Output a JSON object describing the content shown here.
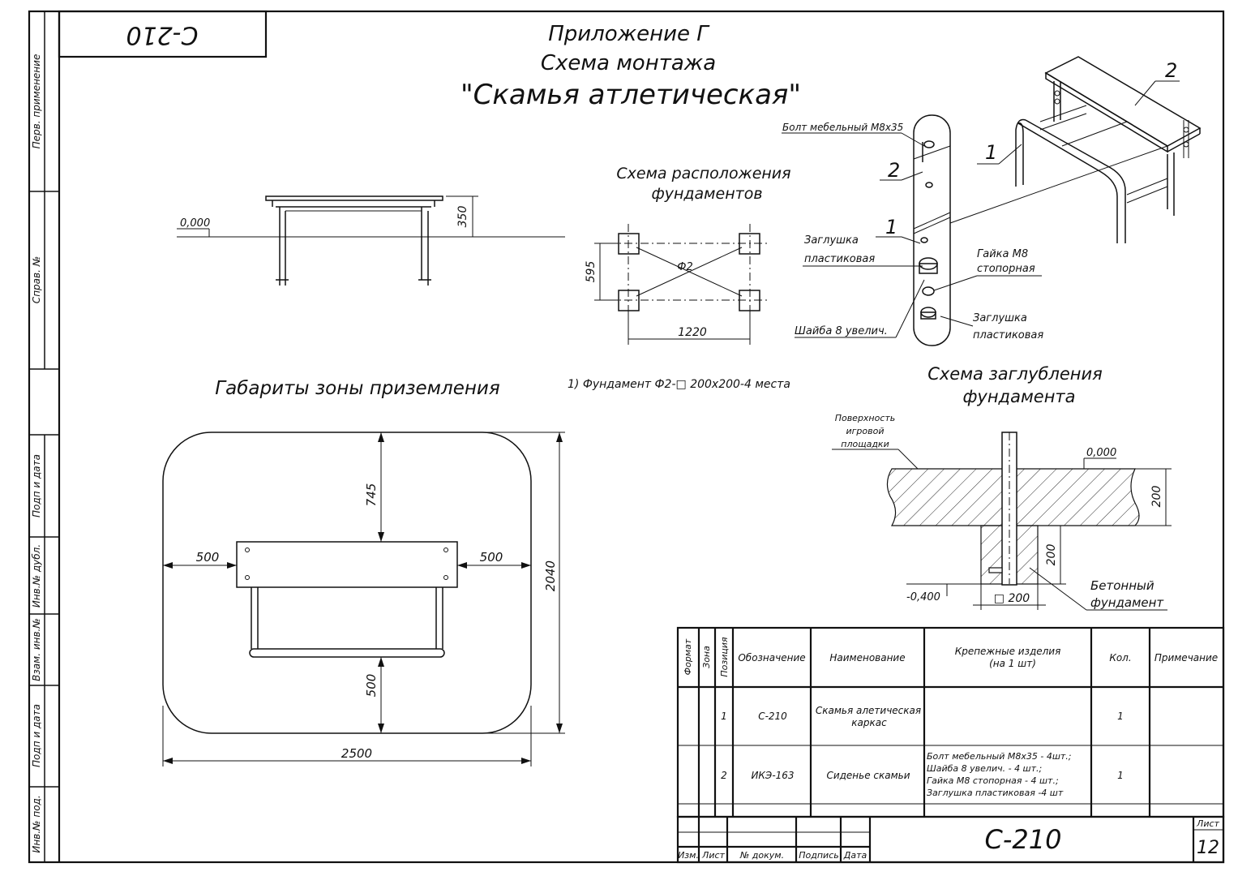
{
  "header": {
    "stamp_code": "С-210",
    "appendix": "Приложение Г",
    "scheme": "Схема монтажа",
    "product": "\"Скамья атлетическая\""
  },
  "side_margin": {
    "first_use": "Перв. применение",
    "ref_no": "Справ. №",
    "sign_date_1": "Подп и дата",
    "dup_inv": "Инв.№ дубл.",
    "replace_inv": "Взам. инв.№",
    "sign_date_2": "Подп и дата",
    "orig_inv": "Инв.№ под."
  },
  "side_view": {
    "level_label": "0,000",
    "height_dim": "350"
  },
  "foundation_layout": {
    "title_line1": "Схема расположения",
    "title_line2": "фундаментов",
    "dim_width": "1220",
    "dim_depth": "595",
    "marker": "Ф2",
    "note": "1) Фундамент Ф2-□ 200х200-4 места"
  },
  "fasteners": {
    "bolt": "Болт мебельный М8х35",
    "pos2": "2",
    "pos1": "1",
    "cap_top_line1": "Заглушка",
    "cap_top_line2": "пластиковая",
    "nut_line1": "Гайка М8",
    "nut_line2": "стопорная",
    "washer": "Шайба 8 увелич.",
    "cap_bottom_line1": "Заглушка",
    "cap_bottom_line2": "пластиковая"
  },
  "iso_view": {
    "pos1": "1",
    "pos2": "2"
  },
  "landing_zone": {
    "title": "Габариты зоны приземления",
    "dim_top": "745",
    "dim_bottom": "500",
    "dim_left": "500",
    "dim_right": "500",
    "dim_height": "2040",
    "dim_width": "2500"
  },
  "depth_scheme": {
    "title_line1": "Схема заглубления",
    "title_line2": "фундамента",
    "surface_line1": "Поверхность",
    "surface_line2": "игровой",
    "surface_line3": "площадки",
    "level_top": "0,000",
    "dim_layer": "200",
    "dim_depth": "200",
    "level_bottom": "-0,400",
    "size": "□ 200",
    "concrete_line1": "Бетонный",
    "concrete_line2": "фундамент"
  },
  "spec_table": {
    "headers": {
      "format": "Формат",
      "zone": "Зона",
      "position": "Позиция",
      "designation": "Обозначение",
      "name": "Наименование",
      "fasteners_line1": "Крепежные изделия",
      "fasteners_line2": "(на 1 шт)",
      "qty": "Кол.",
      "note": "Примечание"
    },
    "rows": [
      {
        "position": "1",
        "designation": "С-210",
        "name_line1": "Скамья алетическая",
        "name_line2": "каркас",
        "qty": "1"
      },
      {
        "position": "2",
        "designation": "ИКЭ-163",
        "name_line1": "Сиденье скамьи",
        "fast_line1": "Болт мебельный М8х35 - 4шт.;",
        "fast_line2": "Шайба 8 увелич. - 4 шт.;",
        "fast_line3": "Гайка М8 стопорная  - 4 шт.;",
        "fast_line4": "Заглушка пластиковая  -4 шт",
        "qty": "1"
      }
    ]
  },
  "title_block": {
    "col_izm": "Изм.",
    "col_list": "Лист",
    "col_doc": "№ докум.",
    "col_sign": "Подпись",
    "col_date": "Дата",
    "code": "С-210",
    "sheet_label": "Лист",
    "sheet_no": "12"
  }
}
